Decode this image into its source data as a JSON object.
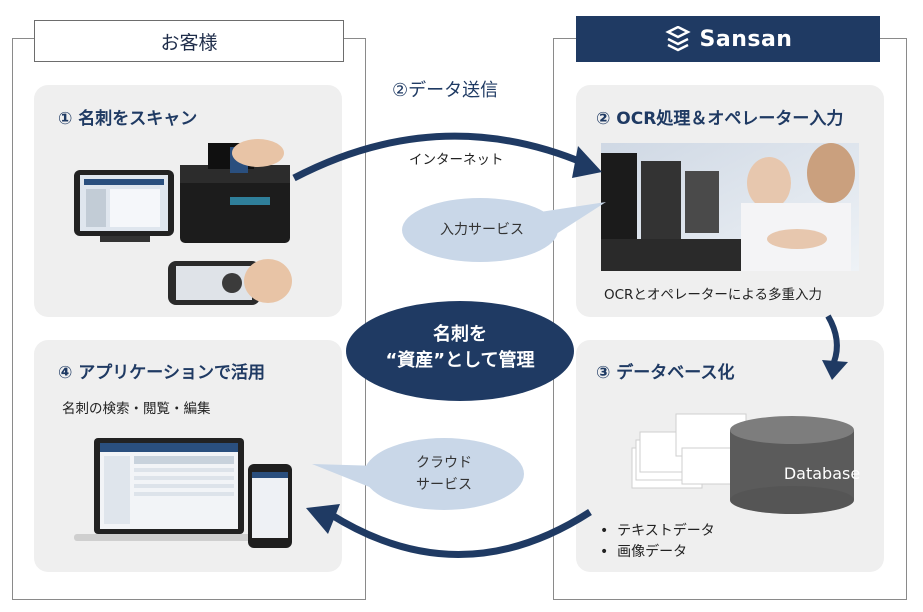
{
  "customer": {
    "label": "お客様"
  },
  "sansan": {
    "label": "Sansan"
  },
  "transfer": {
    "label": "②データ送信",
    "network": "インターネット"
  },
  "steps": {
    "scan": {
      "title": "① 名刺をスキャン"
    },
    "ocr": {
      "title": "② OCR処理＆オペレーター入力",
      "caption": "OCRとオペレーターによる多重入力"
    },
    "database": {
      "title": "③ データベース化",
      "db_label": "Database",
      "bullets": [
        "テキストデータ",
        "画像データ"
      ]
    },
    "app": {
      "title": "④ アプリケーションで活用",
      "caption": "名刺の検索・閲覧・編集"
    }
  },
  "bubbles": {
    "input_service": "入力サービス",
    "cloud_line1": "クラウド",
    "cloud_line2": "サービス"
  },
  "center": {
    "line1": "名刺を",
    "line2": "“資産”として管理"
  },
  "colors": {
    "navy": "#1f3a63",
    "bubble": "#c9d7e8",
    "panel": "#efefef"
  }
}
